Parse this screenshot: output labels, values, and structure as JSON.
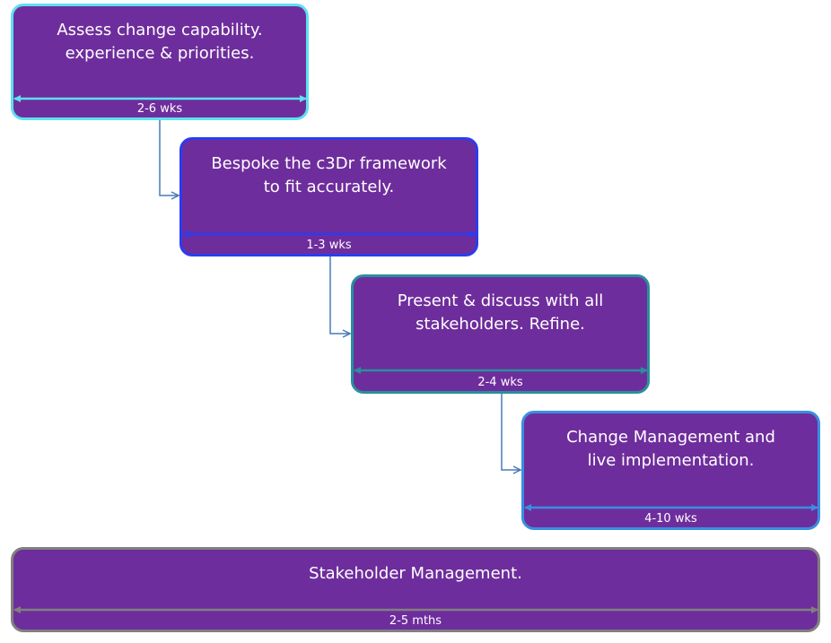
{
  "steps": [
    {
      "title": "Assess change capability.\nexperience & priorities.",
      "duration": "2-6 wks",
      "border_color": "#5ee0f0"
    },
    {
      "title": "Bespoke the c3Dr framework\nto fit accurately.",
      "duration": "1-3 wks",
      "border_color": "#2a3cf0"
    },
    {
      "title": "Present & discuss with all\nstakeholders.  Refine.",
      "duration": "2-4 wks",
      "border_color": "#2a8f9c"
    },
    {
      "title": "Change Management  and\nlive implementation.",
      "duration": "4-10 wks",
      "border_color": "#3a8fe0"
    }
  ],
  "stakeholder": {
    "title": "Stakeholder Management.",
    "duration": "2-5 mths",
    "border_color": "#808080"
  },
  "colors": {
    "box_fill": "#6e2d9c",
    "connector": "#4a7ab8"
  }
}
